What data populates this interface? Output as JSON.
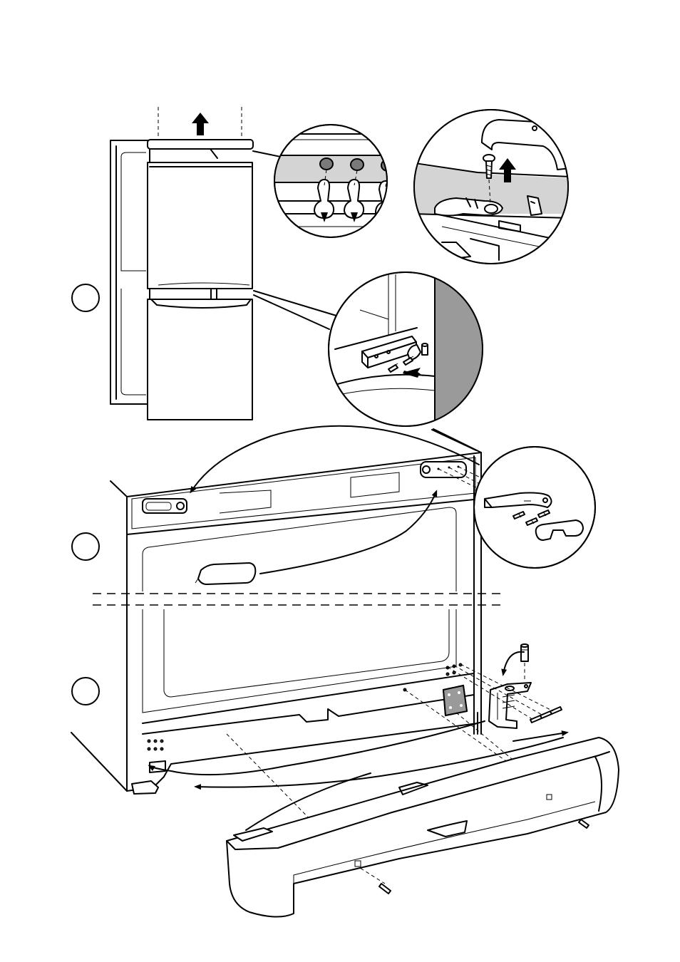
{
  "figure": {
    "steps": [
      {
        "id": "step-1",
        "label": ""
      },
      {
        "id": "step-2",
        "label": ""
      },
      {
        "id": "step-3",
        "label": ""
      }
    ],
    "colors": {
      "line": "#000000",
      "wall": "#9a9a9a",
      "surface": "#d4d4d4",
      "background": "#ffffff"
    },
    "icons": [
      "up-arrow-icon",
      "down-arrow-icon",
      "screw-icon",
      "curved-arrow-icon",
      "hinge-icon",
      "pin-icon"
    ]
  }
}
